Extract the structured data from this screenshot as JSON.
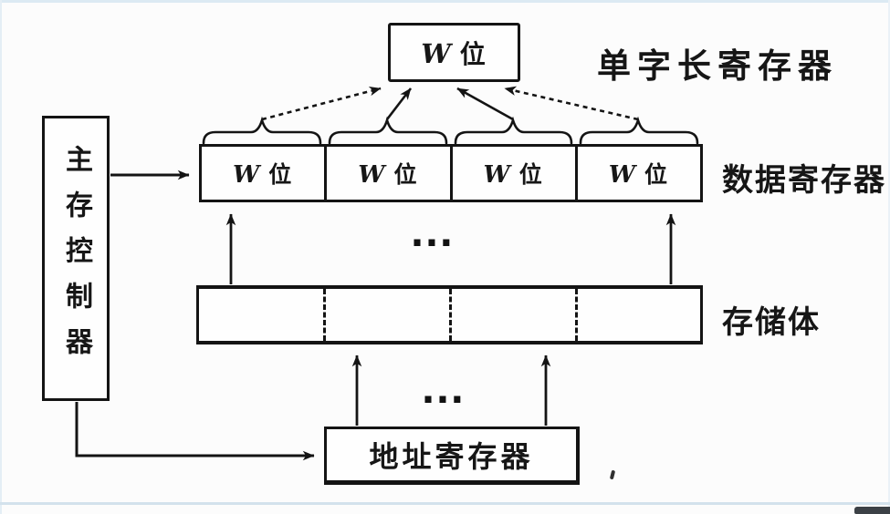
{
  "frame": {
    "background": "#fcfcfc",
    "line_color": "#141414",
    "edge_tint": "#dceaf3"
  },
  "controller": {
    "label": "主存控制器"
  },
  "single_register": {
    "w": "W",
    "unit": "位",
    "side_label": "单字长寄存器"
  },
  "data_registers": {
    "side_label": "数据寄存器",
    "cells": [
      {
        "w": "W",
        "unit": "位"
      },
      {
        "w": "W",
        "unit": "位"
      },
      {
        "w": "W",
        "unit": "位"
      },
      {
        "w": "W",
        "unit": "位"
      }
    ]
  },
  "memory_bank": {
    "side_label": "存储体",
    "sections": 4
  },
  "address_register": {
    "label": "地址寄存器"
  },
  "ellipsis": {
    "upper": "…",
    "lower": "…"
  }
}
